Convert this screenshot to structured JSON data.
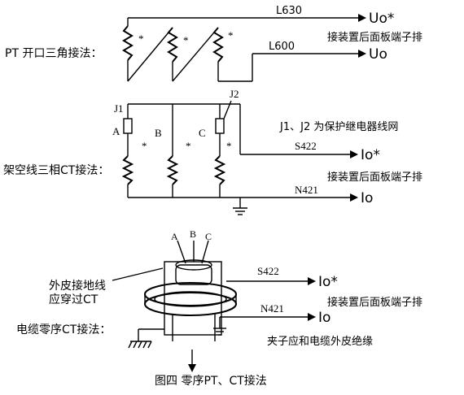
{
  "pt_section": {
    "wire_top": "L630",
    "wire_bottom": "L600",
    "out_top": "Uo*",
    "out_bottom": "Uo",
    "terminal_note": "接装置后面板端子排",
    "method": "PT 开口三角接法："
  },
  "ct3_section": {
    "label_j1": "J1",
    "label_j2": "J2",
    "phase_a": "A",
    "phase_b": "B",
    "phase_c": "C",
    "note_j": "J1、J2 为保护继电器线网",
    "wire_top": "S422",
    "wire_bottom": "N421",
    "out_top": "Io*",
    "out_bottom": "Io",
    "terminal_note": "接装置后面板端子排",
    "method": "架空线三相CT接法："
  },
  "cable_section": {
    "phase_a": "A",
    "phase_b": "B",
    "phase_c": "C",
    "ground_note_line1": "外皮接地线",
    "ground_note_line2": "应穿过CT",
    "wire_top": "S422",
    "wire_bottom": "N421",
    "out_top": "Io*",
    "out_bottom": "Io",
    "terminal_note": "接装置后面板端子排",
    "method": "电缆零序CT接法：",
    "clip_note": "夹子应和电缆外皮绝缘"
  },
  "caption": "图四   零序PT、CT接法",
  "star": "*"
}
